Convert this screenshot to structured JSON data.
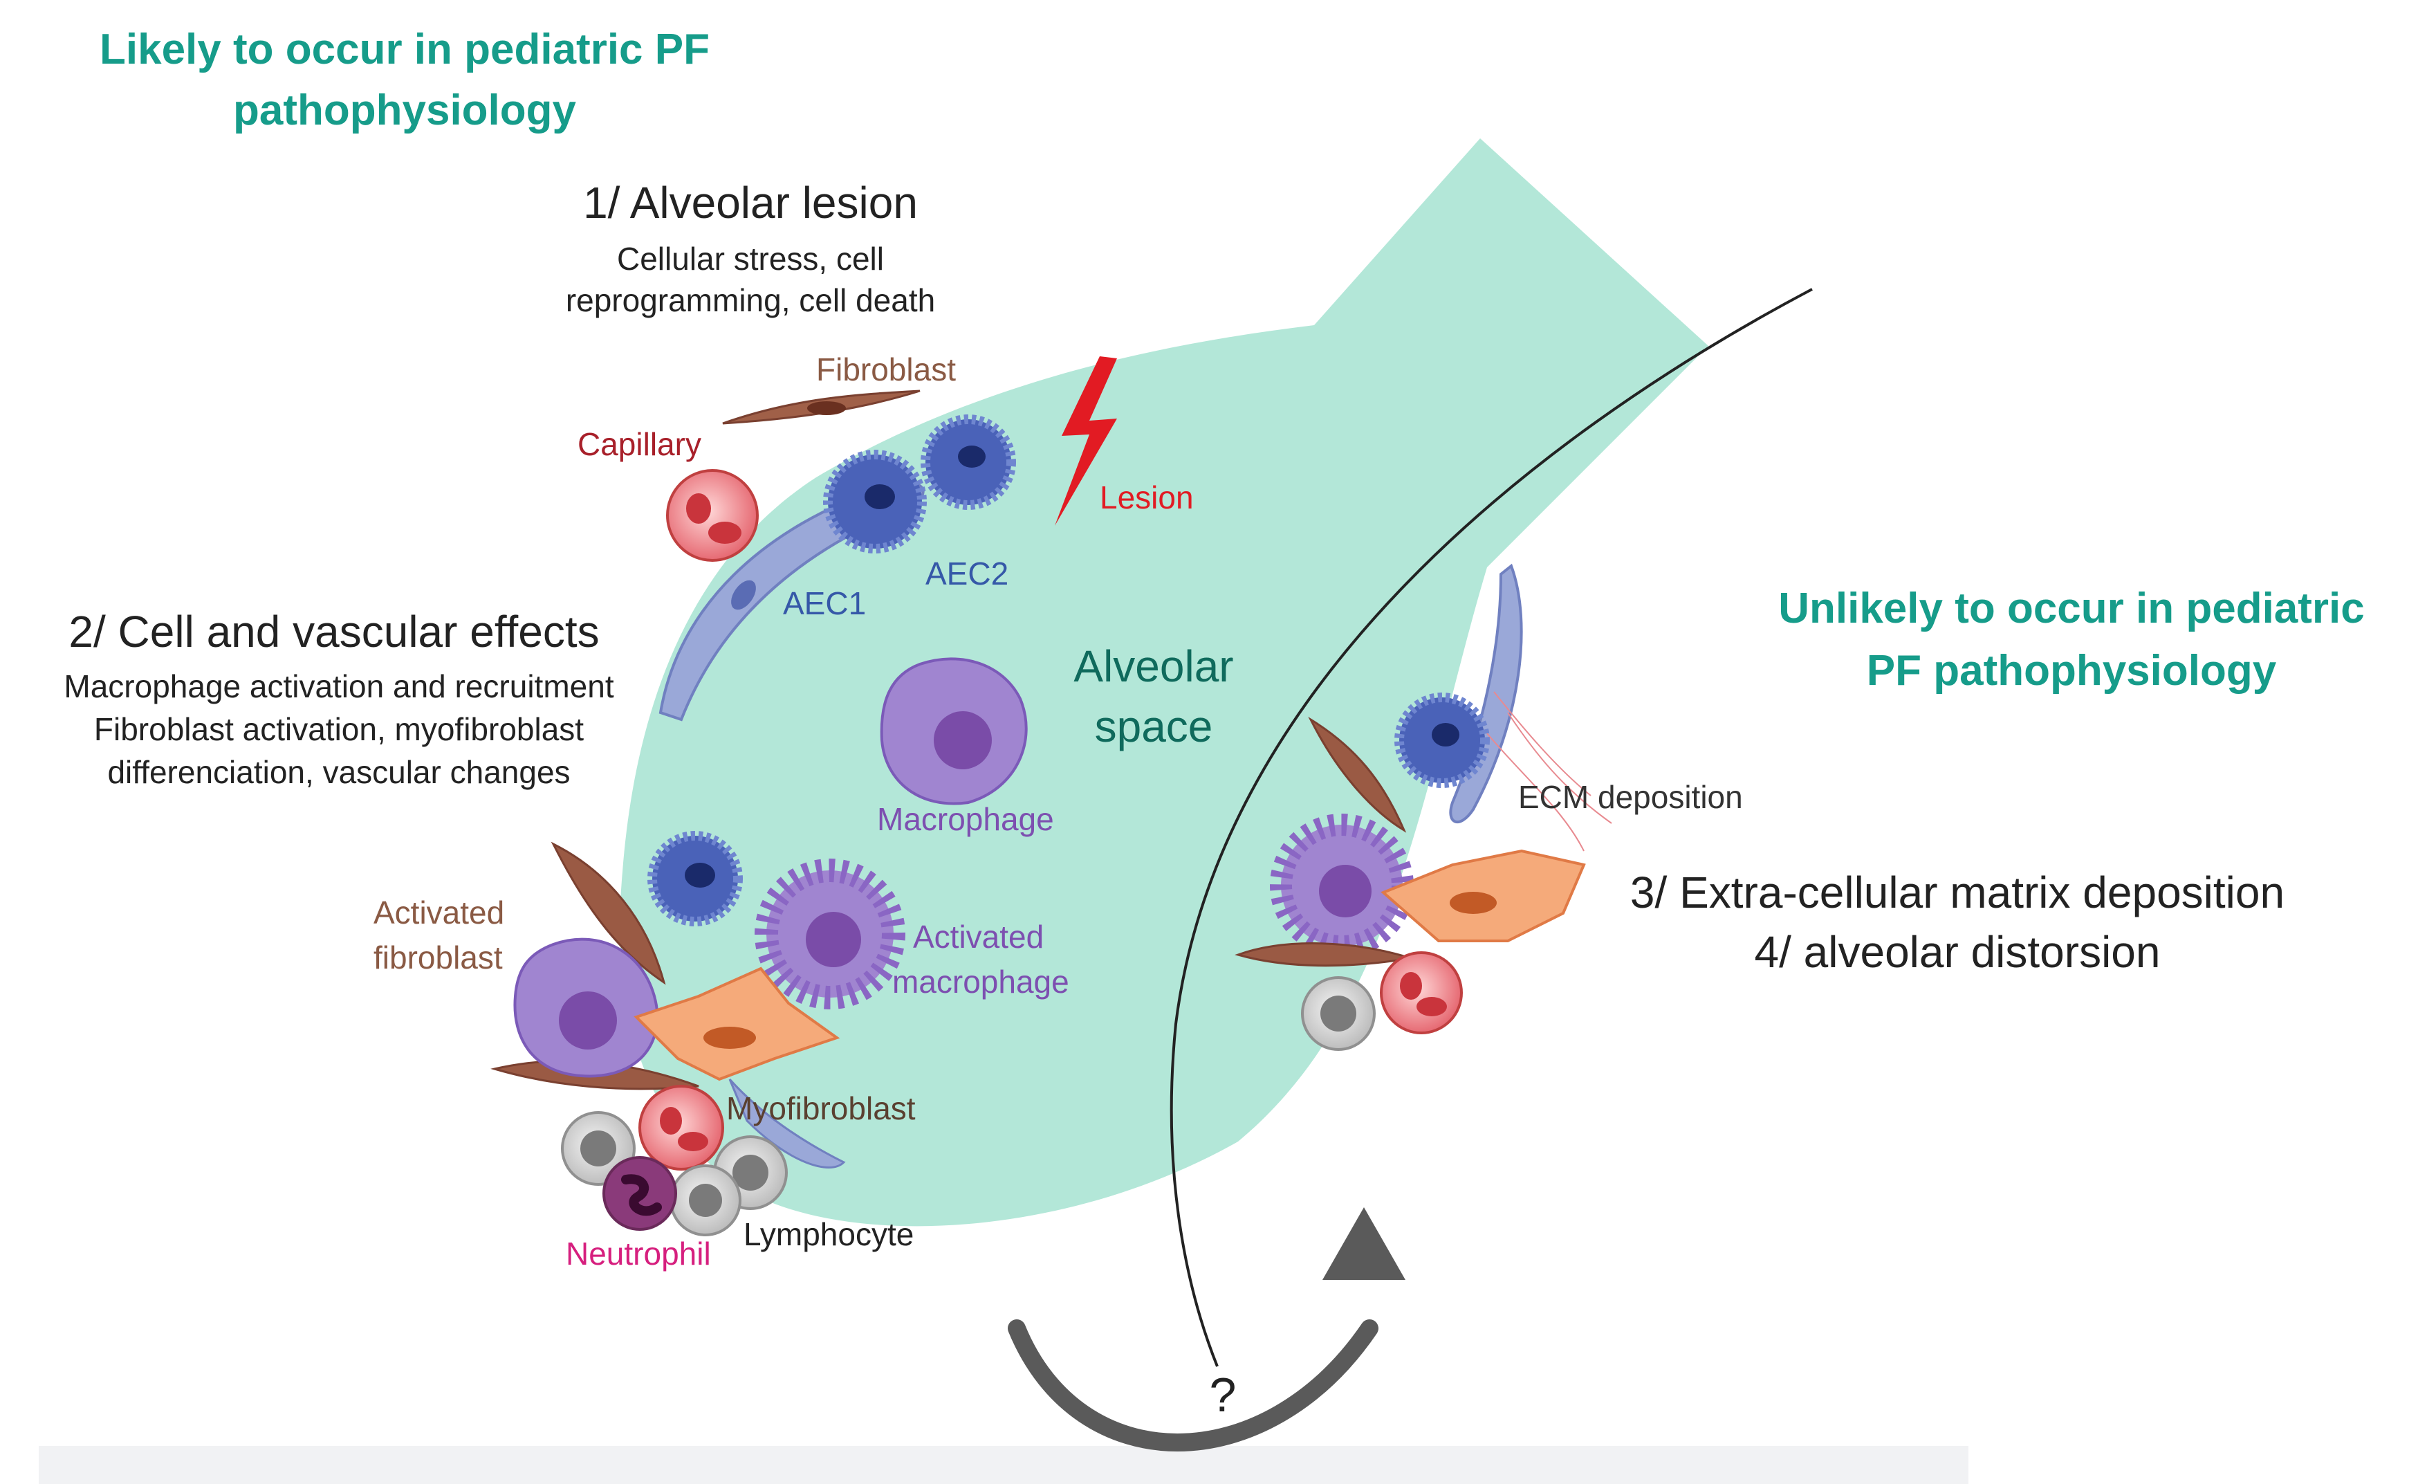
{
  "headers": {
    "likely": [
      "Likely to occur in pediatric PF",
      "pathophysiology"
    ],
    "unlikely": [
      "Unlikely to occur in pediatric",
      "PF pathophysiology"
    ]
  },
  "steps": {
    "step1": {
      "title": "1/ Alveolar lesion",
      "desc": [
        "Cellular stress, cell",
        "reprogramming, cell death"
      ]
    },
    "step2": {
      "title": "2/ Cell and vascular effects",
      "desc": [
        "Macrophage activation and recruitment",
        "Fibroblast activation, myofibroblast",
        "differenciation, vascular changes"
      ]
    },
    "step3": {
      "title": "3/ Extra-cellular matrix deposition"
    },
    "step4": {
      "title": "4/ alveolar distorsion"
    }
  },
  "labels": {
    "fibroblast": "Fibroblast",
    "capillary": "Capillary",
    "lesion": "Lesion",
    "aec1": "AEC1",
    "aec2": "AEC2",
    "alveolar_space": [
      "Alveolar",
      "space"
    ],
    "macrophage": "Macrophage",
    "activated_fibroblast": [
      "Activated",
      "fibroblast"
    ],
    "activated_macrophage": [
      "Activated",
      "macrophage"
    ],
    "myofibroblast": "Myofibroblast",
    "neutrophil": "Neutrophil",
    "lymphocyte": "Lymphocyte",
    "ecm_deposition": "ECM deposition",
    "question": "?"
  },
  "colors": {
    "header_teal": "#169c8a",
    "alveolus_fill": "#b3e7d8",
    "fibroblast_brown": "#8a5a44",
    "capillary_red": "#a8202a",
    "lesion_red": "#e21b23",
    "aec_blue": "#3558a8",
    "macrophage_purple": "#7d4fb0",
    "neutrophil_pink": "#d61f7e",
    "myofibroblast_orange": "#f0a070",
    "text_dark": "#222222"
  }
}
